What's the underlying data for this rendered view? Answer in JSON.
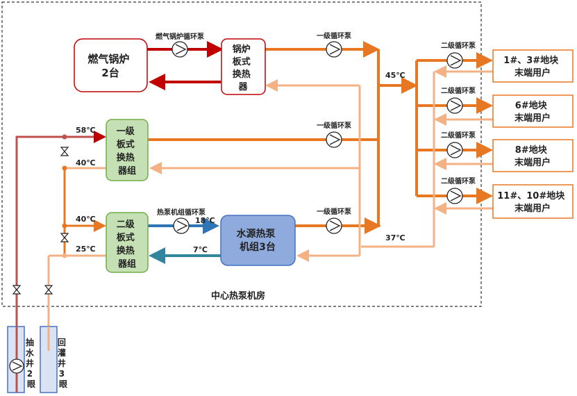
{
  "boxes": {
    "gas_boiler": [
      "燃气锅炉",
      "2台"
    ],
    "boiler_hx": [
      "锅炉",
      "板式",
      "换热",
      "器"
    ],
    "hx1": [
      "一级",
      "板式",
      "换热",
      "器组"
    ],
    "hx2": [
      "二级",
      "板式",
      "换热",
      "器组"
    ],
    "heat_pump": [
      "水源热泵",
      "机组3台"
    ],
    "user1": [
      "1#、3#地块",
      "末端用户"
    ],
    "user2": [
      "6#地块",
      "末端用户"
    ],
    "user3": [
      "8#地块",
      "末端用户"
    ],
    "user4": [
      "11#、10#地块",
      "末端用户"
    ]
  },
  "labels": {
    "boiler_pump": "燃气锅炉循环泵",
    "primary_pump": "一级循环泵",
    "secondary_pump": "二级循环泵",
    "heatpump_pump": "热泵机组循环泵",
    "t45": "45℃",
    "t37": "37℃",
    "t58": "58℃",
    "t40a": "40℃",
    "t40b": "40℃",
    "t25": "25℃",
    "t18": "18℃",
    "t7": "7℃",
    "room": "中心热泵机房",
    "well_pump": [
      "抽",
      "水",
      "井",
      "2",
      "眼"
    ],
    "well_return": [
      "回",
      "灌",
      "井",
      "3",
      "眼"
    ]
  },
  "colors": {
    "supply_orange": "#e87722",
    "return_orange": "#f4b183",
    "boiler_red": "#c00000",
    "well_red": "#c0504d",
    "blue": "#2e75b6",
    "teal": "#31859c",
    "green_fill": "#c5e0b4",
    "green_stroke": "#70ad47",
    "blue_fill": "#8faadc",
    "blue_stroke": "#4472c4",
    "red_stroke": "#c00000",
    "orange_stroke": "#e87722",
    "well_fill": "#dae3f3"
  }
}
